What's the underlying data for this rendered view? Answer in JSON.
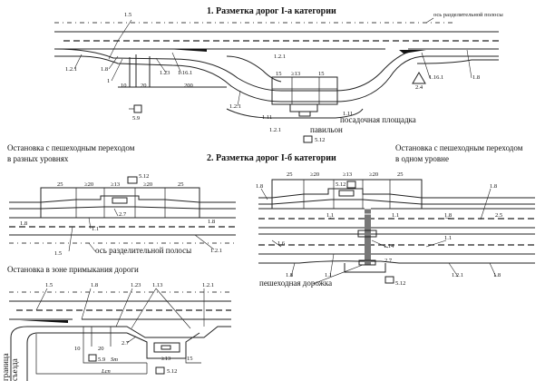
{
  "panel1": {
    "title": "1. Разметка дорог I-а категории",
    "axis_label": "ось разделительной полосы",
    "labels": [
      "1.5",
      "1.2.1",
      "1.8",
      "1",
      "1.23",
      "1.16.1",
      "10",
      "20",
      "200",
      "1.2.1",
      "1.11",
      "1.2.1",
      "15",
      "≥13",
      "15",
      "1.11",
      "посадочная площадка",
      "павильон",
      "5.12",
      "1.2.1",
      "1.16.1",
      "2.4",
      "1.8",
      "5.9"
    ]
  },
  "panel2": {
    "title": "2. Разметка дорог I-б категории",
    "left": {
      "caption_line1": "Остановка с пешеходным переходом",
      "caption_line2": "в разных уровнях",
      "dims": [
        "25",
        "≥20",
        "≥13",
        "≥20",
        "25"
      ],
      "labels": [
        "5.12",
        "1.8",
        "1.1",
        "2.7",
        "1.8",
        "1.5",
        "1.2.1"
      ],
      "axis_label": "ось разделительной полосы"
    },
    "right": {
      "caption_line1": "Остановка с пешеходным переходом",
      "caption_line2": "в одном уровне",
      "dims": [
        "25",
        "≥20",
        "≥13",
        "≥20",
        "25"
      ],
      "labels": [
        "5.12",
        "1.8",
        "1.8",
        "1.1",
        "1.1",
        "1.8",
        "2.5",
        "1.6",
        "1.14",
        "1.1",
        "2.7",
        "1.8",
        "1.1",
        "1.2.1",
        "1.8",
        "5.12"
      ],
      "path_label": "пешеходная дорожка"
    }
  },
  "panel3": {
    "caption": "Остановка в зоне примыкания дороги",
    "labels": [
      "1.5",
      "1.8",
      "1.23",
      "1.13",
      "1.2.1",
      "10",
      "20",
      "2.7",
      "5.9",
      "Sт",
      "≥13",
      "15",
      "5.12",
      "Lсп"
    ],
    "boundary_line1": "граница",
    "boundary_line2": "съезда"
  }
}
